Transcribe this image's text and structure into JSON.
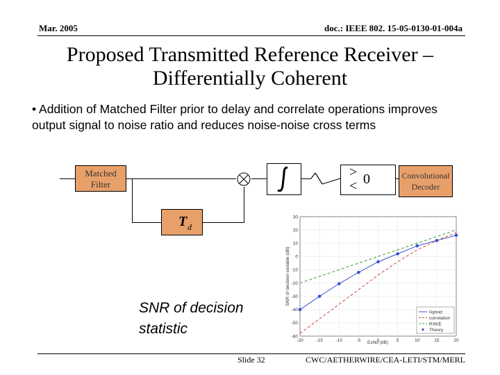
{
  "header": {
    "date": "Mar. 2005",
    "doc": "doc.: IEEE 802. 15-05-0130-01-004a"
  },
  "title": {
    "line1": "Proposed Transmitted Reference Receiver –",
    "line2": "Differentially Coherent"
  },
  "bullet": "• Addition of Matched Filter prior to delay and correlate operations improves output signal to noise ratio and reduces noise-noise cross terms",
  "diagram": {
    "matched_filter_line1": "Matched",
    "matched_filter_line2": "Filter",
    "delay_symbol": "T",
    "delay_subscript": "d",
    "decision_gt": ">",
    "decision_lt": "<",
    "decision_threshold": "0",
    "decoder_line1": "Convolutional",
    "decoder_line2": "Decoder",
    "colors": {
      "block_fill": "#e8a06a"
    }
  },
  "caption": {
    "line1": "SNR of decision",
    "line2": "statistic"
  },
  "chart_data": {
    "type": "line",
    "title": "",
    "xlabel": "EsNo (dB)",
    "ylabel": "SNR of decision variable (dB)",
    "xlim": [
      -20,
      20
    ],
    "ylim": [
      -60,
      30
    ],
    "xticks": [
      -20,
      -15,
      -10,
      -5,
      0,
      5,
      10,
      15,
      20
    ],
    "yticks": [
      30,
      20,
      10,
      0,
      -10,
      -20,
      -30,
      -40,
      -50,
      -60
    ],
    "grid": true,
    "legend_position": "bottom-right",
    "series": [
      {
        "name": "Hybrid",
        "color": "#3a4fd0",
        "style": "solid",
        "marker": "none",
        "x": [
          -20,
          -15,
          -10,
          -5,
          0,
          5,
          10,
          15,
          20
        ],
        "y": [
          -40,
          -30,
          -20.5,
          -12,
          -4,
          2,
          8,
          12,
          16
        ]
      },
      {
        "name": "correlation",
        "color": "#d04040",
        "style": "dashed",
        "marker": "none",
        "x": [
          -20,
          -15,
          -10,
          -5,
          0,
          5,
          10,
          15,
          20
        ],
        "y": [
          -58,
          -47,
          -36,
          -25,
          -14,
          -4,
          5,
          12,
          18
        ]
      },
      {
        "name": "RAKE",
        "color": "#3aa03a",
        "style": "dashed",
        "marker": "none",
        "x": [
          -20,
          -15,
          -10,
          -5,
          0,
          5,
          10,
          15,
          20
        ],
        "y": [
          -20,
          -15,
          -10,
          -5,
          0,
          5,
          10,
          15,
          20
        ]
      },
      {
        "name": "Theory",
        "color": "#3a4fd0",
        "style": "none",
        "marker": "circle",
        "x": [
          -20,
          -15,
          -10,
          -5,
          0,
          5,
          10,
          15,
          20
        ],
        "y": [
          -40,
          -30,
          -20.5,
          -12,
          -4,
          2,
          8,
          12,
          16
        ]
      }
    ]
  },
  "footer": {
    "slide": "Slide 32",
    "org": "CWC/AETHERWIRE/CEA-LETI/STM/MERL"
  }
}
